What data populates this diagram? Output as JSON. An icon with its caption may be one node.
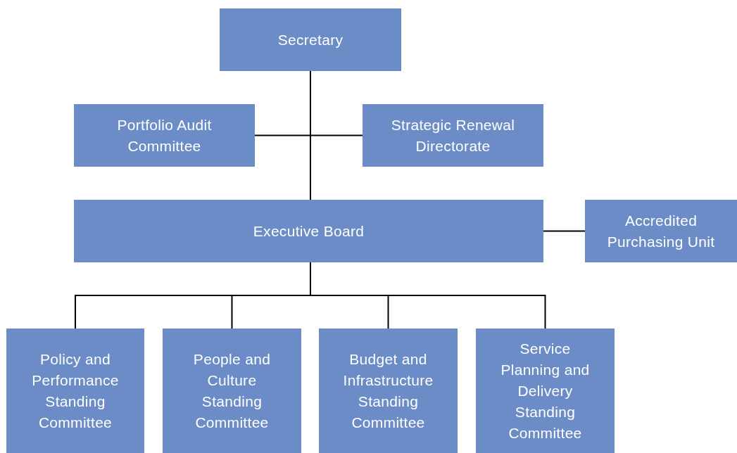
{
  "diagram": {
    "nodes": [
      {
        "text": [
          "Secretary"
        ]
      },
      {
        "text": [
          "Portfolio Audit Committee"
        ]
      },
      {
        "text": [
          "Strategic Renewal Directorate"
        ]
      },
      {
        "text": [
          "Executive Board"
        ]
      },
      {
        "text": [
          "Accredited Purchasing Unit"
        ]
      },
      {
        "text": [
          "Policy and Performance Standing Committee"
        ]
      },
      {
        "text": [
          "People and Culture Standing Committee"
        ]
      },
      {
        "text": [
          "Budget and Infrastructure Standing Committee"
        ]
      },
      {
        "text": [
          "Service Planning and Delivery Standing Committee"
        ]
      }
    ],
    "edges": [
      {
        "from": 0,
        "to": 1,
        "arrow": "none"
      },
      {
        "from": 0,
        "to": 2,
        "arrow": "none"
      },
      {
        "from": 0,
        "to": 3,
        "arrow": "none"
      },
      {
        "from": 3,
        "to": 4,
        "arrow": "none"
      },
      {
        "from": 3,
        "to": 5,
        "arrow": "none"
      },
      {
        "from": 3,
        "to": 6,
        "arrow": "none"
      },
      {
        "from": 3,
        "to": 7,
        "arrow": "none"
      },
      {
        "from": 3,
        "to": 8,
        "arrow": "none"
      }
    ]
  }
}
